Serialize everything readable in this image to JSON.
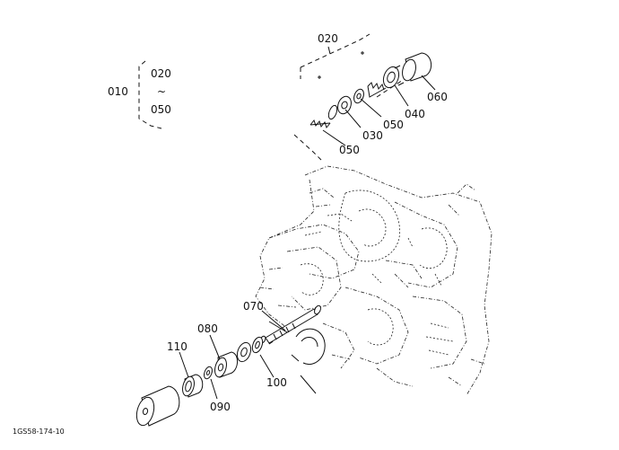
{
  "labels": {
    "l010": "010",
    "l020_top": "020",
    "l020_bracket": "020",
    "tilde": "~",
    "l050_bracket": "050",
    "l060": "060",
    "l040": "040",
    "l050_right": "050",
    "l030": "030",
    "l050_left": "050",
    "l070": "070",
    "l080": "080",
    "l110": "110",
    "l100": "100",
    "l090": "090"
  },
  "footer": {
    "code": "1GS58-174-10"
  }
}
